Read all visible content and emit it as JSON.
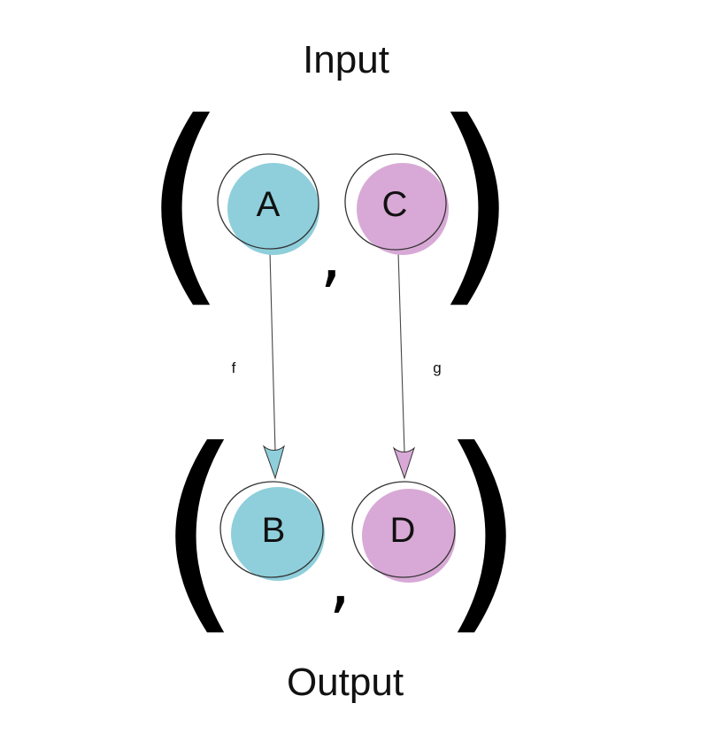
{
  "diagram": {
    "input_title": "Input",
    "output_title": "Output",
    "separator": ",",
    "open_paren": "(",
    "close_paren": ")",
    "nodes": {
      "a": {
        "label": "A",
        "color": "#8ecfdb",
        "shadow": "#7ac6d4"
      },
      "c": {
        "label": "C",
        "color": "#d8a9d6",
        "shadow": "#c99cc8"
      },
      "b": {
        "label": "B",
        "color": "#8ecfdb",
        "shadow": "#7ac6d4"
      },
      "d": {
        "label": "D",
        "color": "#d8a9d6",
        "shadow": "#c99cc8"
      }
    },
    "edges": {
      "f": {
        "label": "f",
        "from": "A",
        "to": "B",
        "color": "#8ecfdb"
      },
      "g": {
        "label": "g",
        "from": "C",
        "to": "D",
        "color": "#d8a9d6"
      }
    }
  }
}
